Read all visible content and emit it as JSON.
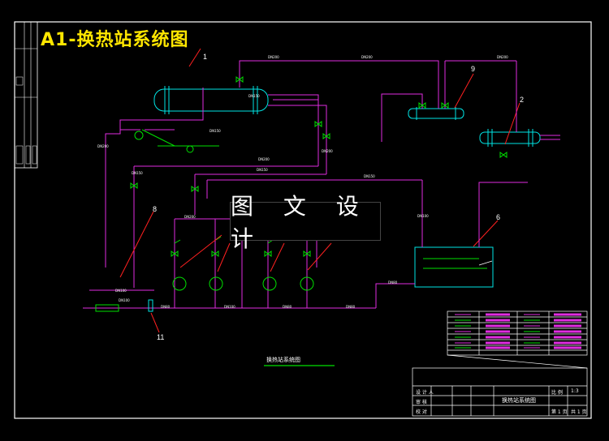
{
  "title": "A1-换热站系统图",
  "watermark": "图 文 设 计",
  "callouts": [
    "1",
    "9",
    "2",
    "8",
    "6",
    "11"
  ],
  "pipe_labels": [
    "DN200",
    "DN200",
    "DN200",
    "DN150",
    "DN150",
    "DN200",
    "DN200",
    "DN150",
    "DN200",
    "DN150",
    "DN150",
    "DN100",
    "DN200",
    "DN100",
    "DN100",
    "DN80",
    "DN100",
    "DN80",
    "DN80",
    "DN80"
  ],
  "drawing_title": "换热站系统图",
  "title_block": {
    "designer": "设 计 人",
    "reviewer": "审 核",
    "checker": "校 对",
    "drawing_name": "换热站系统图",
    "scale_label": "比 例",
    "scale": "1:3",
    "sheet": "第 1 页",
    "total": "共 1 页"
  },
  "colors": {
    "frame": "#ffffff",
    "pipe_supply": "#e02ce0",
    "pipe_green": "#00e000",
    "equipment": "#00e5e5",
    "title": "#ffe600",
    "leader": "#ff2020"
  }
}
